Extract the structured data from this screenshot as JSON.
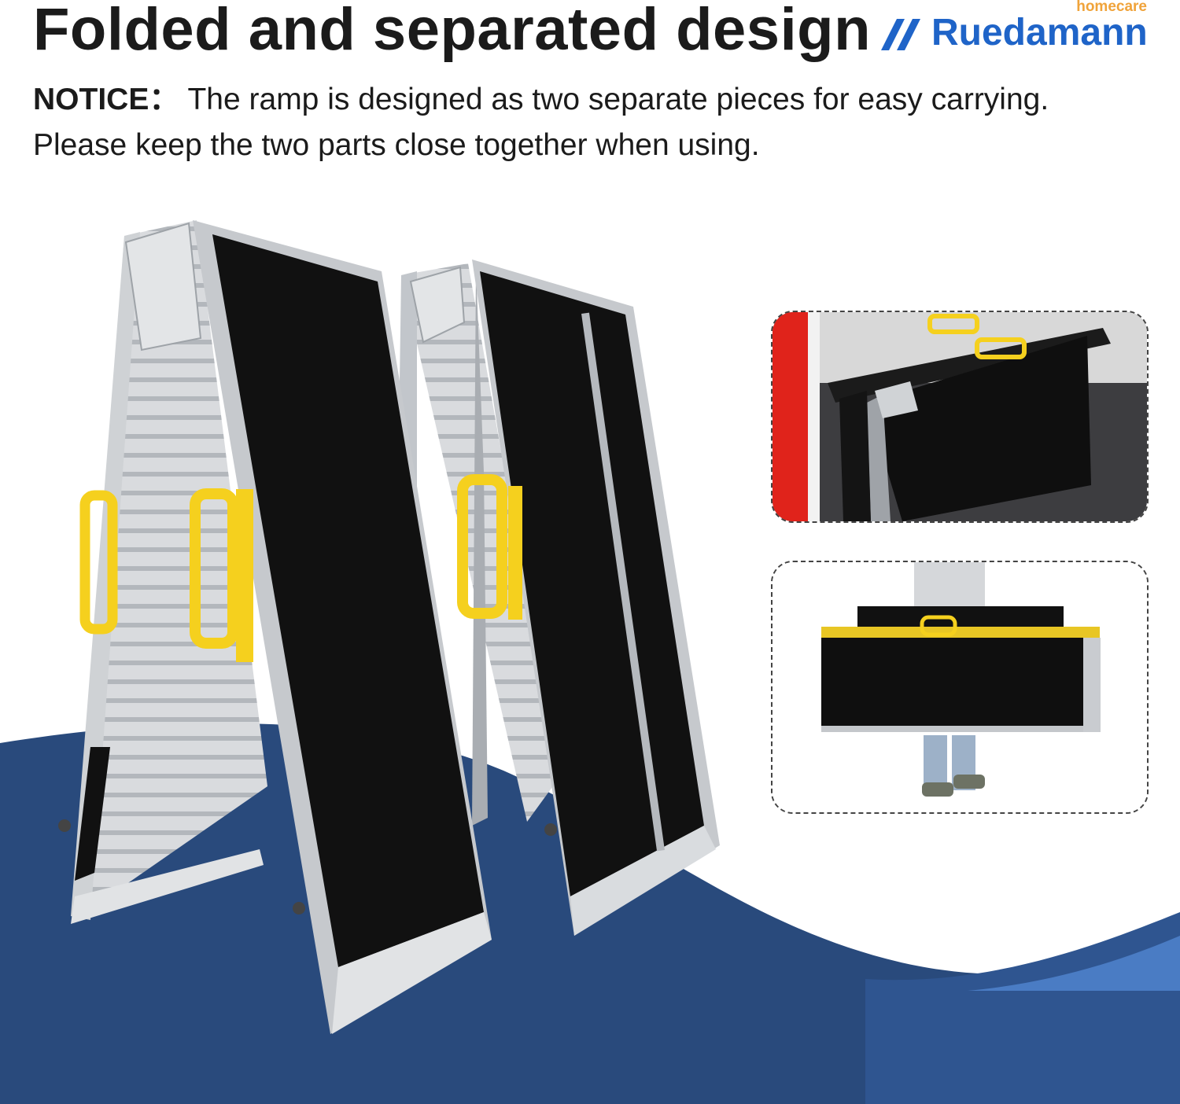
{
  "headline": "Folded and separated design",
  "brand": {
    "tagline": "homecare",
    "name": "Ruedamann"
  },
  "notice": {
    "label": "NOTICE：",
    "line1": "The ramp is designed as two separate pieces for easy carrying.",
    "line2": "Please keep the two parts close together when using."
  },
  "colors": {
    "brand_blue": "#1f64c8",
    "brand_orange": "#f0a33a",
    "wave_dark": "#294a7c",
    "wave_light": "#4a7cc4",
    "handle_yellow": "#f5d01e",
    "grip_black": "#111111",
    "aluminum": "#d7d9dc"
  },
  "images": {
    "main": "folded-ramp-two-pieces",
    "inset_top": "ramp-in-car-trunk",
    "inset_bottom": "person-carrying-folded-ramp"
  }
}
